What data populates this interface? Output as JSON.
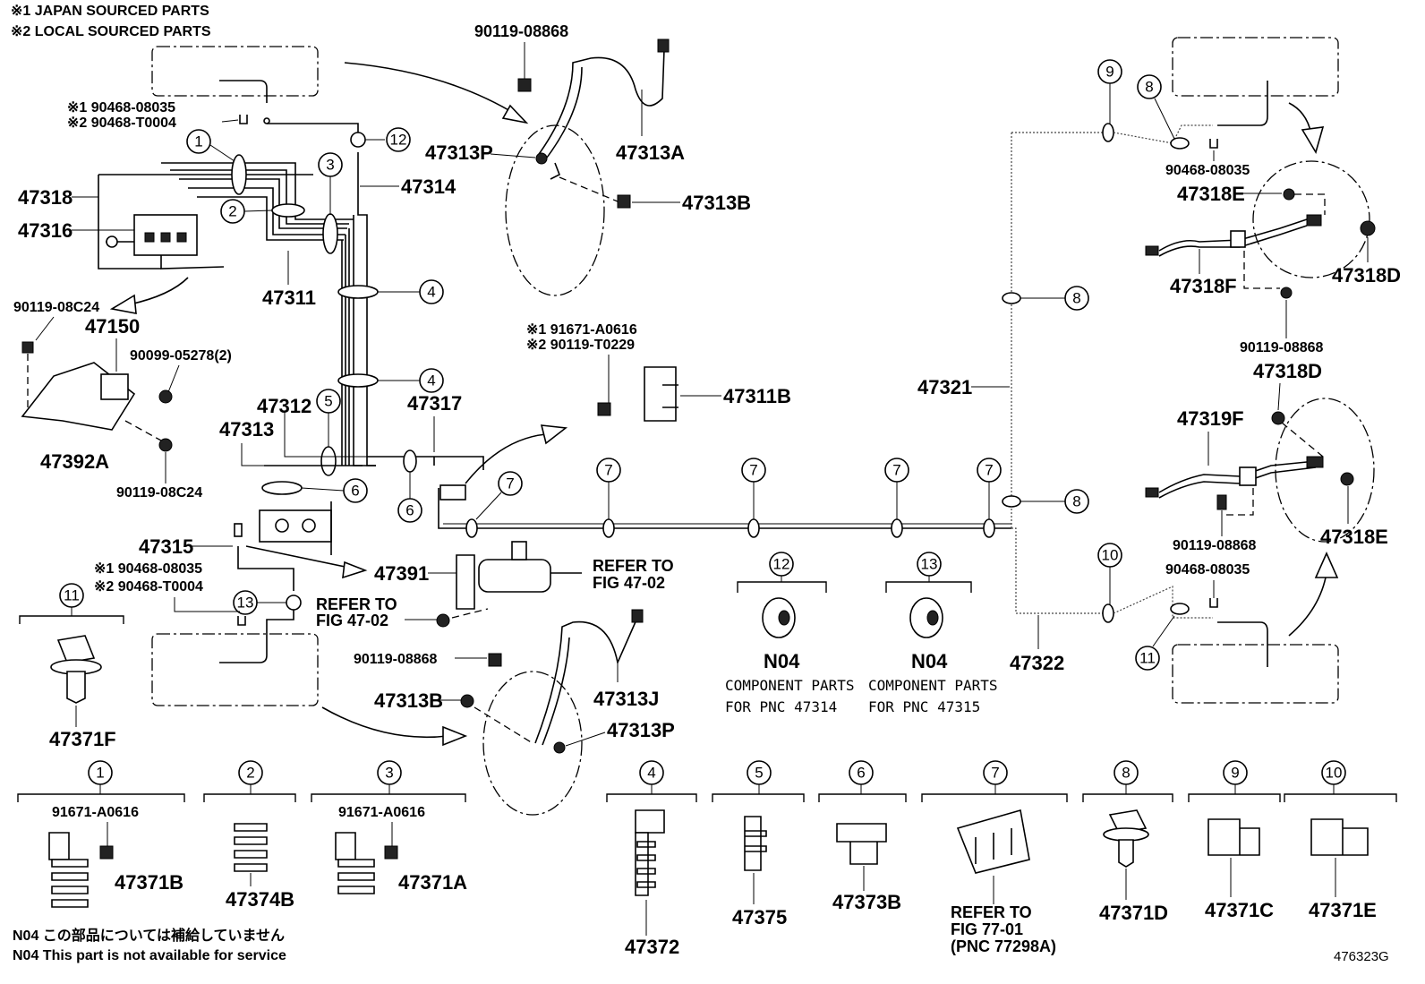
{
  "notes": {
    "japan_sourced": "※1 JAPAN SOURCED PARTS",
    "local_sourced": "※2 LOCAL SOURCED PARTS",
    "n04_jp": "N04 この部品については補給していません",
    "n04_en": "N04 This part is not available for service",
    "figure_id": "476323G"
  },
  "labels": {
    "p90119_08868_top": "90119-08868",
    "p47313A": "47313A",
    "p47313P_top": "47313P",
    "p47313B_top": "47313B",
    "p1_90468_08035": "※1 90468-08035",
    "p2_90468_T0004": "※2 90468-T0004",
    "p47318": "47318",
    "p47316": "47316",
    "p47314": "47314",
    "p47311": "47311",
    "p90119_08C24_a": "90119-08C24",
    "p47150": "47150",
    "p90099_05278": "90099-05278(2)",
    "p47392A": "47392A",
    "p90119_08C24_b": "90119-08C24",
    "p47312": "47312",
    "p47313": "47313",
    "p47317": "47317",
    "p1_91671_A0616": "※1 91671-A0616",
    "p2_90119_T0229": "※2 90119-T0229",
    "p47311B": "47311B",
    "p47315": "47315",
    "p1_90468_08035_b": "※1 90468-08035",
    "p2_90468_T0004_b": "※2 90468-T0004",
    "p47391": "47391",
    "refer_to_1a": "REFER TO",
    "refer_to_1b": "FIG 47-02",
    "refer_to_2a": "REFER TO",
    "refer_to_2b": "FIG 47-02",
    "p47371F": "47371F",
    "p90119_08868_mid": "90119-08868",
    "p47313J": "47313J",
    "p47313B_bot": "47313B",
    "p47313P_bot": "47313P",
    "n04_a": "N04",
    "n04_b": "N04",
    "comp_a1": "COMPONENT PARTS",
    "comp_a2": "FOR PNC 47314",
    "comp_b1": "COMPONENT PARTS",
    "comp_b2": "FOR PNC 47315",
    "p47321": "47321",
    "p47322": "47322",
    "p90468_08035_r1": "90468-08035",
    "p47318E_top": "47318E",
    "p47318F": "47318F",
    "p47318D_top": "47318D",
    "p90119_08868_r1": "90119-08868",
    "p47318D_mid": "47318D",
    "p47319F": "47319F",
    "p90119_08868_r2": "90119-08868",
    "p47318E_bot": "47318E",
    "p90468_08035_r2": "90468-08035",
    "p91671_A0616_1": "91671-A0616",
    "p47371B": "47371B",
    "p47374B": "47374B",
    "p91671_A0616_3": "91671-A0616",
    "p47371A": "47371A",
    "p47372": "47372",
    "p47375": "47375",
    "p47373B": "47373B",
    "refer_77_a": "REFER TO",
    "refer_77_b": "FIG 77-01",
    "refer_77_c": "(PNC 77298A)",
    "p47371D": "47371D",
    "p47371C": "47371C",
    "p47371E": "47371E"
  },
  "callouts": {
    "c1": "1",
    "c2": "2",
    "c3": "3",
    "c4": "4",
    "c5": "5",
    "c6": "6",
    "c7": "7",
    "c8": "8",
    "c9": "9",
    "c10": "10",
    "c11": "11",
    "c12": "12",
    "c13": "13"
  }
}
